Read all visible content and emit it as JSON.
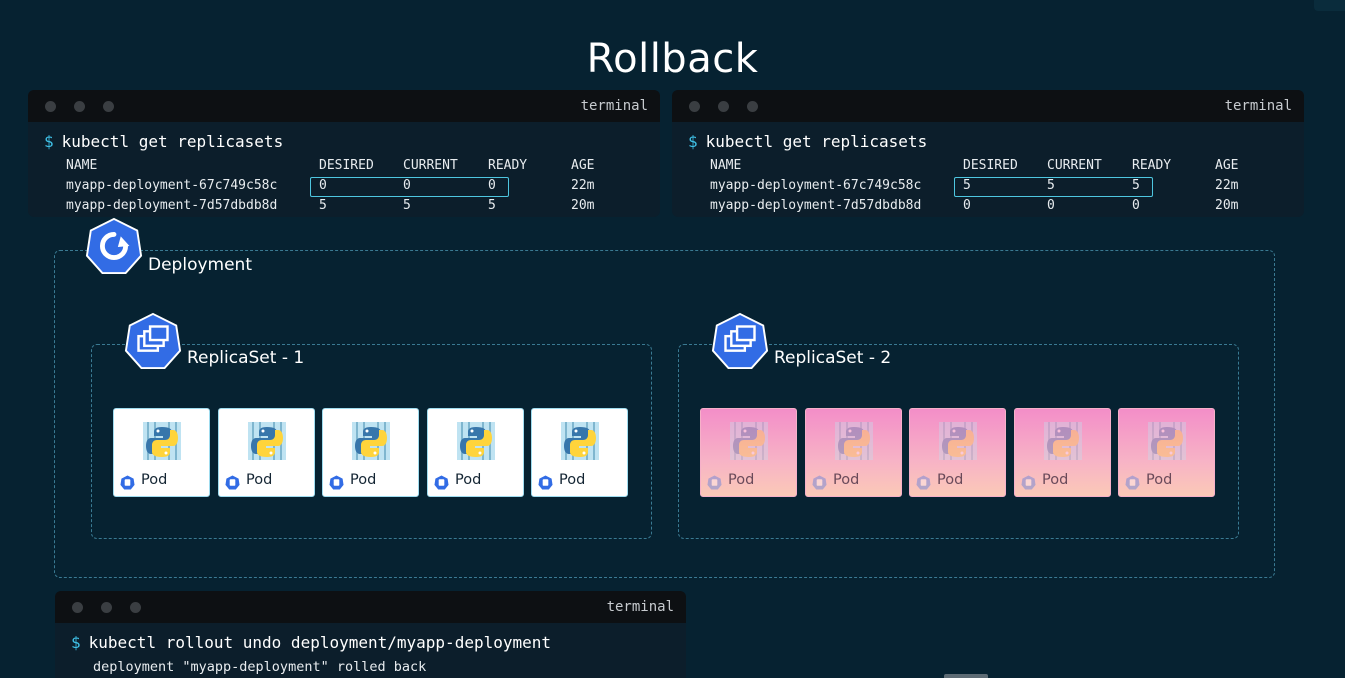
{
  "title": "Rollback",
  "colors": {
    "background": "#062231",
    "accent": "#3fc0e6",
    "pod_new": "#f38ec8",
    "pod_old": "#ffffff"
  },
  "terminal_left": {
    "label": "terminal",
    "command": "kubectl get replicasets",
    "headers": [
      "NAME",
      "DESIRED",
      "CURRENT",
      "READY",
      "AGE"
    ],
    "rows": [
      [
        "myapp-deployment-67c749c58c",
        "0",
        "0",
        "0",
        "22m"
      ],
      [
        "myapp-deployment-7d57dbdb8d",
        "5",
        "5",
        "5",
        "20m"
      ]
    ]
  },
  "terminal_right": {
    "label": "terminal",
    "command": "kubectl get replicasets",
    "headers": [
      "NAME",
      "DESIRED",
      "CURRENT",
      "READY",
      "AGE"
    ],
    "rows": [
      [
        "myapp-deployment-67c749c58c",
        "5",
        "5",
        "5",
        "22m"
      ],
      [
        "myapp-deployment-7d57dbdb8d",
        "0",
        "0",
        "0",
        "20m"
      ]
    ]
  },
  "deployment": {
    "label": "Deployment",
    "icon": "deployment-rotate-icon",
    "replicasets": [
      {
        "label": "ReplicaSet - 1",
        "icon": "replicaset-icon",
        "pods": [
          "Pod",
          "Pod",
          "Pod",
          "Pod",
          "Pod"
        ]
      },
      {
        "label": "ReplicaSet - 2",
        "icon": "replicaset-icon",
        "pods": [
          "Pod",
          "Pod",
          "Pod",
          "Pod",
          "Pod"
        ]
      }
    ]
  },
  "terminal_bottom": {
    "label": "terminal",
    "command": "kubectl rollout undo deployment/myapp-deployment",
    "output": "deployment \"myapp-deployment\" rolled back"
  }
}
